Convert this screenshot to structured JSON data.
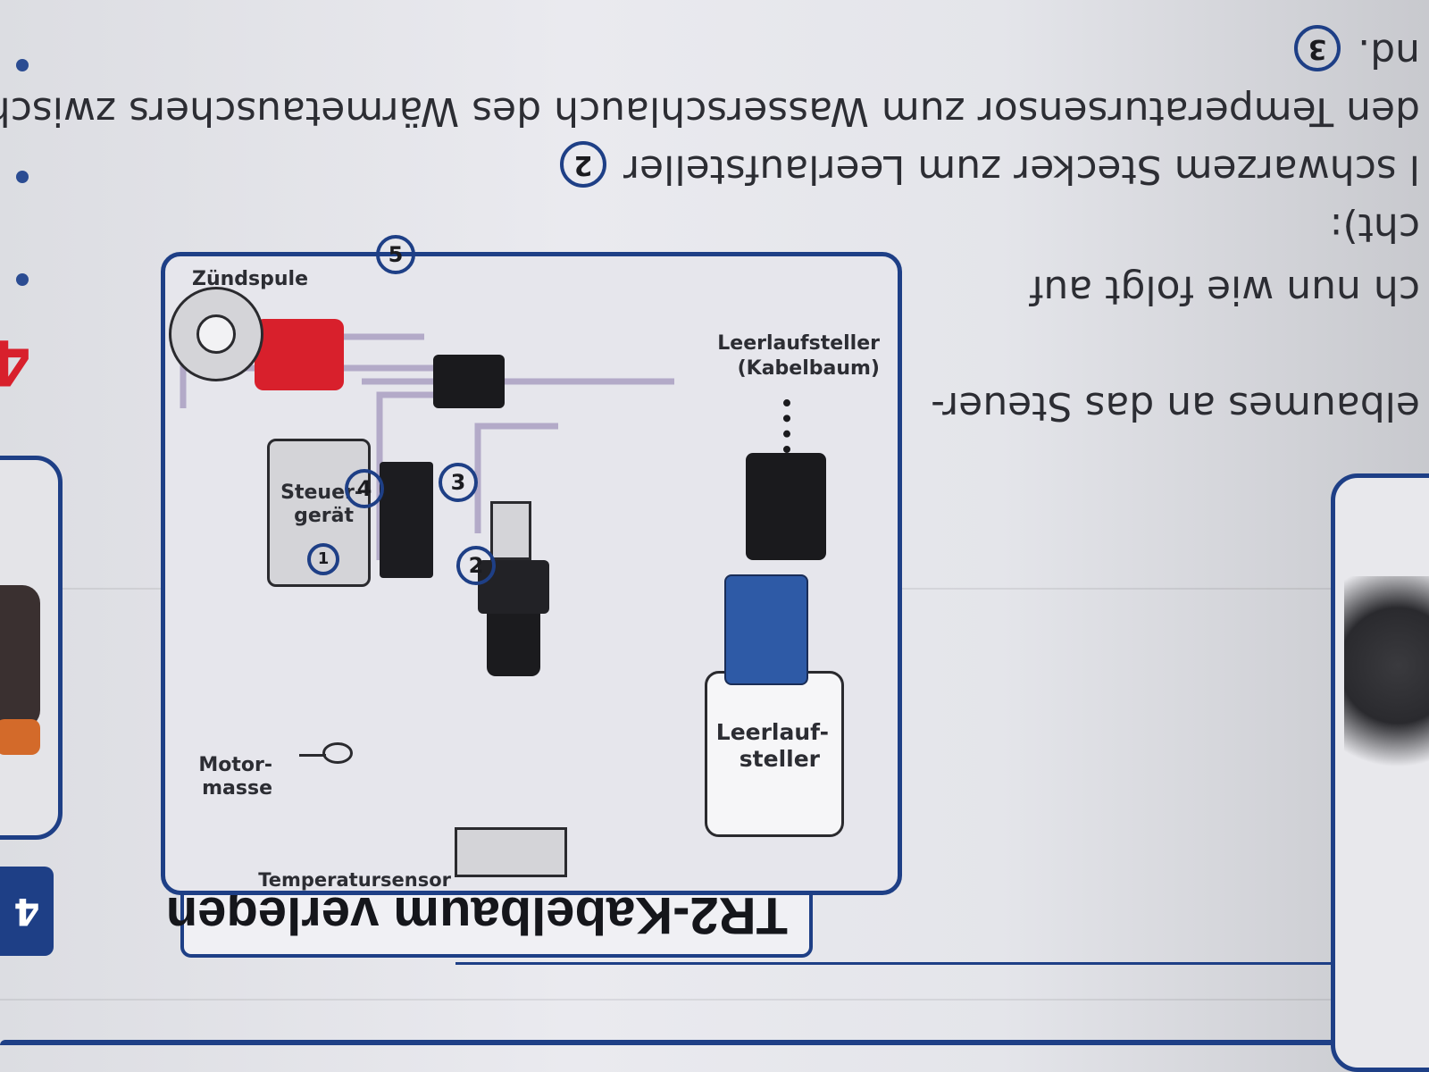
{
  "section": {
    "number": "4",
    "title": "TR2-Kabelbaum verlegen"
  },
  "body_text": {
    "line1": "elbaumes an das Steuer-",
    "line2": "ch nun wie folgt auf",
    "line3": "cht):",
    "line4": "l schwarzem Stecker zum Leerlaufsteller",
    "line4_marker": "2",
    "line5": "den Temperatursensor zum Wasserschlauch des Wärmetauschers zwischen",
    "line6": "nd.",
    "line6_marker": "3"
  },
  "diagram": {
    "labels": {
      "temperatursensor": "Temperatursensor",
      "motormasse_1": "Motor-",
      "motormasse_2": "masse",
      "leerlaufsteller_box_1": "Leerlauf-",
      "leerlaufsteller_box_2": "steller",
      "steuergeraet_1": "Steuer-",
      "steuergeraet_2": "gerät",
      "leerlaufsteller_kabelbaum_1": "Leerlaufsteller",
      "leerlaufsteller_kabelbaum_2": "(Kabelbaum)",
      "zuendspule": "Zündspule"
    },
    "markers": {
      "m1": "1",
      "m2": "2",
      "m3": "3",
      "m4": "4",
      "m5": "5"
    }
  },
  "colors": {
    "accent_blue": "#1e3f86",
    "wire": "#b3aac8",
    "connector_blue": "#2e5aa6",
    "connector_red": "#d8202c",
    "connector_black": "#1a1a1d"
  }
}
